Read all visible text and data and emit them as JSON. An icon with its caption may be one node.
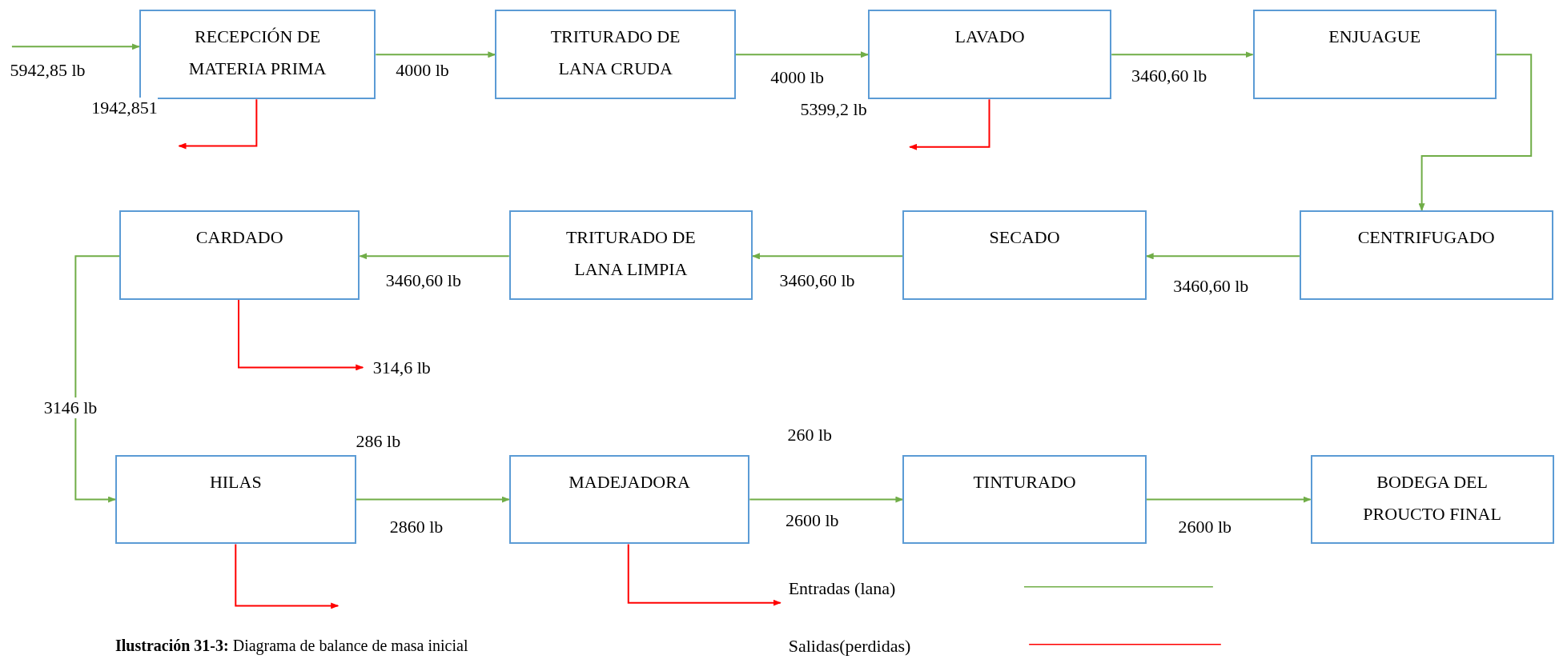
{
  "diagram": {
    "caption": "**Ilustración 31-3:** Diagrama de balance de masa inicial",
    "nodes": [
      {
        "text": [
          "RECEPCIÓN DE MATERIA PRIMA"
        ]
      },
      {
        "text": [
          "TRITURADO DE LANA CRUDA"
        ]
      },
      {
        "text": [
          "LAVADO"
        ]
      },
      {
        "text": [
          "ENJUAGUE"
        ]
      },
      {
        "text": [
          "CENTRIFUGADO"
        ]
      },
      {
        "text": [
          "SECADO"
        ]
      },
      {
        "text": [
          "TRITURADO DE LANA LIMPIA"
        ]
      },
      {
        "text": [
          "CARDADO"
        ]
      },
      {
        "text": [
          "HILAS"
        ]
      },
      {
        "text": [
          "MADEJADORA"
        ]
      },
      {
        "text": [
          "TINTURADO"
        ]
      },
      {
        "text": [
          "BODEGA DEL PROUCTO FINAL"
        ]
      }
    ],
    "edges": [
      {
        "from": null,
        "to": 0,
        "arrow": "to",
        "label": "5942,85 lb"
      },
      {
        "from": 0,
        "to": 1,
        "arrow": "to",
        "label": "4000 lb"
      },
      {
        "from": 1,
        "to": 2,
        "arrow": "to",
        "label": "4000 lb"
      },
      {
        "from": 0,
        "to": null,
        "arrow": "to",
        "label": "1942,851",
        "color": "#ff0000"
      },
      {
        "from": 2,
        "to": null,
        "arrow": "to",
        "label": "5399,2 lb",
        "color": "#ff0000"
      },
      {
        "from": 2,
        "to": 3,
        "arrow": "to",
        "label": "3460,60 lb"
      },
      {
        "from": 3,
        "to": 4,
        "arrow": "to"
      },
      {
        "from": 4,
        "to": 5,
        "arrow": "to",
        "label": "3460,60 lb"
      },
      {
        "from": 5,
        "to": 6,
        "arrow": "to",
        "label": "3460,60 lb"
      },
      {
        "from": 6,
        "to": 7,
        "arrow": "to",
        "label": "3460,60 lb"
      },
      {
        "from": 7,
        "to": 8,
        "arrow": "to",
        "label": "3146 lb"
      },
      {
        "from": 7,
        "to": null,
        "arrow": "to",
        "label": "314,6 lb",
        "color": "#ff0000"
      },
      {
        "from": 8,
        "to": 9,
        "arrow": "to",
        "label": "2860 lb"
      },
      {
        "from": 9,
        "to": 10,
        "arrow": "to",
        "label": "2600 lb"
      },
      {
        "from": 10,
        "to": 11,
        "arrow": "to",
        "label": "2600 lb"
      },
      {
        "from": 8,
        "to": null,
        "arrow": "to",
        "color": "#ff0000"
      },
      {
        "from": 9,
        "to": null,
        "arrow": "to",
        "color": "#ff0000"
      }
    ],
    "labels": [
      "286 lb",
      "260 lb"
    ],
    "legend": [
      {
        "text": "Entradas (lana)"
      },
      {
        "text": "Salidas(perdidas)"
      }
    ]
  }
}
